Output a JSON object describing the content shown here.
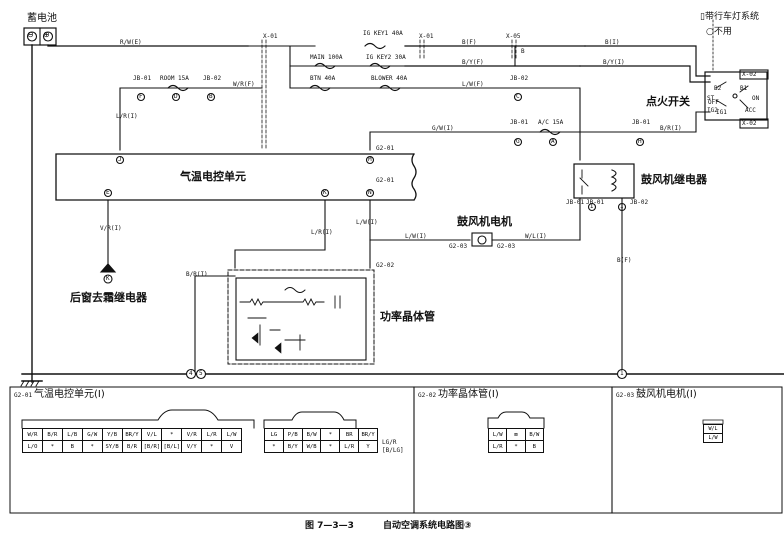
{
  "battery": {
    "label": "蓄电池",
    "neg": "⊖",
    "pos": "⊕"
  },
  "tail_light": {
    "line1": "▯带行车灯系统",
    "line2": "○不用"
  },
  "ignition_switch": {
    "label": "点火开关",
    "top_conn": "X-02",
    "bottom_conn": "X-02",
    "pins": {
      "st": "ST",
      "ig2": "IG2",
      "ig1": "IG1",
      "b1": "B1",
      "acc": "ACC",
      "off": "OFF",
      "on": "ON",
      "b2": "B2"
    }
  },
  "connectors": {
    "x01a": "X-01",
    "x01b": "X-01",
    "x05": "X-05",
    "jb01a": "JB-01",
    "jb02a": "JB-02",
    "jb02b": "JB-02",
    "jb01b": "JB-01",
    "jb01c": "JB-01",
    "jb01d": "JB-01",
    "jb01e": "JB-01",
    "jb02c": "JB-02",
    "g201": "G2-01",
    "g201b": "G2-01",
    "g202": "G2-02",
    "g203a": "G2-03",
    "g203b": "G2-03"
  },
  "fuses": {
    "ig_key1": "IG KEY1 40A",
    "main": "MAIN 100A",
    "ig_key2": "IG KEY2 30A",
    "btn": "BTN 40A",
    "blower": "BLOWER 40A",
    "room": "ROOM 15A",
    "ac": "A/C 15A"
  },
  "wires": {
    "rw_e": "R/W(E)",
    "b_f": "B(F)",
    "b_i": "B(I)",
    "b": "B",
    "by_f": "B/Y(F)",
    "by_i": "B/Y(I)",
    "wr_f": "W/R(F)",
    "lw_f": "L/W(F)",
    "lr_i": "L/R(I)",
    "gw_i": "G/W(I)",
    "br_i": "B/R(I)",
    "vr_i": "V/R(I)",
    "lw_i1": "L/W(I)",
    "lr_i2": "L/R(I)",
    "lw_i2": "L/W(I)",
    "wl_i": "W/L(I)",
    "b_f2": "B(F)",
    "br_i2": "B/R(I)"
  },
  "pins": {
    "f": "F",
    "d": "D",
    "b": "B",
    "c": "C",
    "j": "J",
    "m": "M",
    "e": "E",
    "g": "G",
    "a": "A",
    "h": "H",
    "n": "N",
    "i1": "I",
    "i2": "I",
    "e2": "E",
    "k": "K"
  },
  "components": {
    "ecu": "气温电控单元",
    "blower_relay": "鼓风机继电器",
    "blower_motor": "鼓风机电机",
    "power_transistor": "功率晶体管",
    "defog_relay": "后窗去霜继电器",
    "circ_k": "K"
  },
  "ground_nodes": {
    "n4": "4",
    "n5": "5",
    "n1": "1"
  },
  "bottom_panels": {
    "ecu": {
      "code": "G2-01",
      "title": "气温电控单元(I)",
      "grid1": {
        "row1": [
          "W/R",
          "B/R",
          "L/B",
          "G/W",
          "Y/B",
          "BR/Y",
          "V/L",
          "*",
          "V/R",
          "L/R",
          "L/W"
        ],
        "row2": [
          "L/O",
          "*",
          "B",
          "*",
          "SY/B",
          "B/R",
          "[B/R]",
          "[B/L]",
          "V/Y",
          "*",
          "V"
        ]
      },
      "grid2": {
        "row1": [
          "LG",
          "P/B",
          "B/W",
          "*",
          "BR",
          "BR/Y"
        ],
        "row2": [
          "*",
          "B/Y",
          "W/B",
          "*",
          "L/R",
          "Y"
        ]
      },
      "note1": "LG/R",
      "note2": "[B/LG]"
    },
    "transistor": {
      "code": "G2-02",
      "title": "功率晶体管(I)",
      "grid": {
        "row1": [
          "L/W",
          "⊠",
          "B/W"
        ],
        "row2": [
          "L/R",
          "*",
          "B"
        ]
      }
    },
    "motor": {
      "code": "G2-03",
      "title": "鼓风机电机(I)",
      "cell1": "W/L",
      "cell2": "L/W"
    }
  },
  "caption": {
    "fig": "图 7—3—3",
    "title": "自动空调系统电路图③"
  }
}
